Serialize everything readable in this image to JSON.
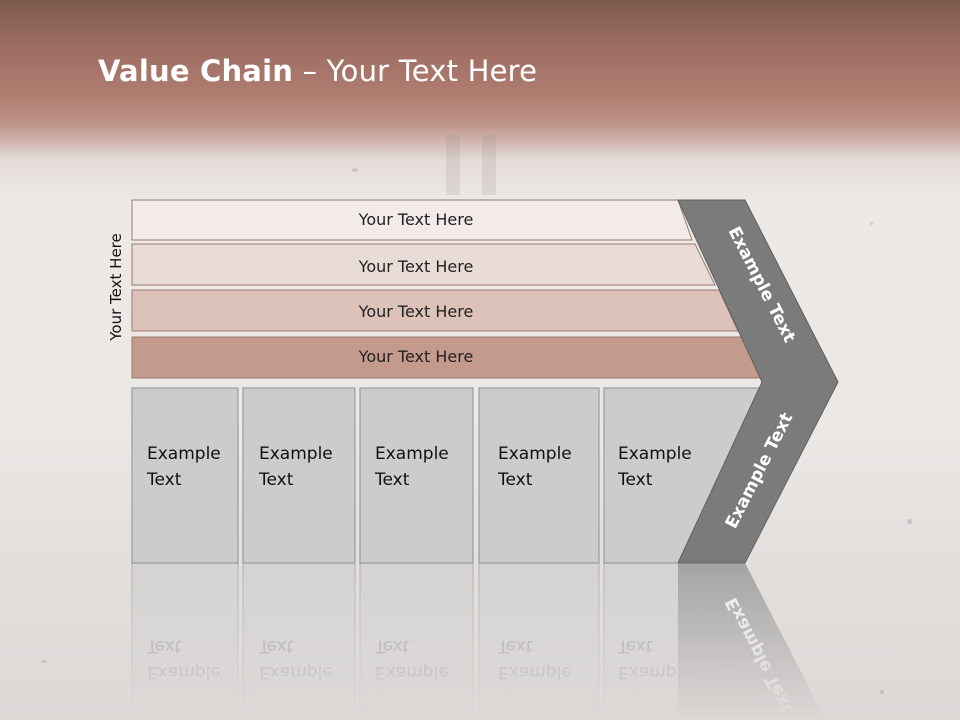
{
  "title": {
    "bold": "Value Chain",
    "rest": " – Your Text Here"
  },
  "side_label": "Your Text Here",
  "bands": [
    {
      "label": "Your Text Here",
      "color": "#f2ebe9"
    },
    {
      "label": "Your Text Here",
      "color": "#e9dbd6"
    },
    {
      "label": "Your Text Here",
      "color": "#ddc2ba"
    },
    {
      "label": "Your Text Here",
      "color": "#c49a8c"
    }
  ],
  "boxes": [
    {
      "line1": "Example",
      "line2": "Text"
    },
    {
      "line1": "Example",
      "line2": "Text"
    },
    {
      "line1": "Example",
      "line2": "Text"
    },
    {
      "line1": "Example",
      "line2": "Text"
    },
    {
      "line1": "Example",
      "line2": "Text"
    }
  ],
  "chevron": {
    "upper_label": "Example Text",
    "lower_label": "Example Text",
    "color": "#7b7b7b"
  },
  "colors": {
    "box_fill": "#cccccc",
    "box_stroke": "#8f8f8f",
    "band_stroke": "#9a7a70"
  }
}
